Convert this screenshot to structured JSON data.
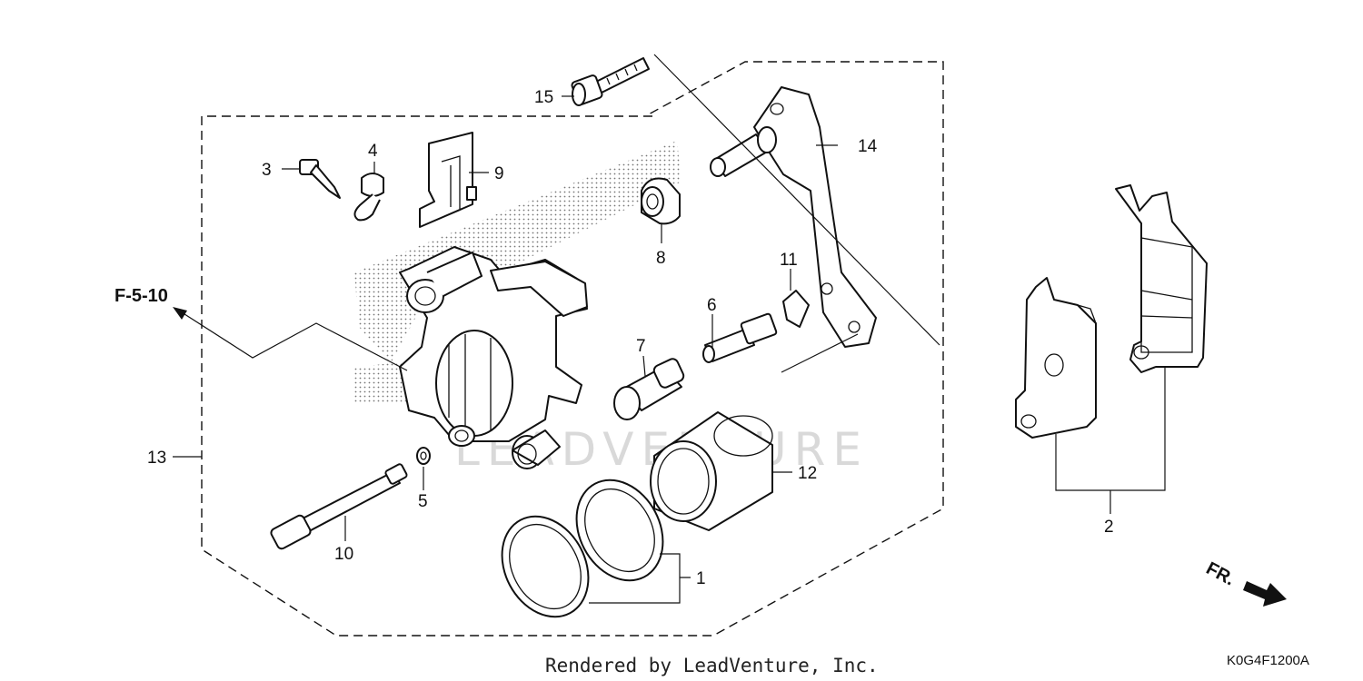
{
  "callouts": {
    "c1": "1",
    "c2": "2",
    "c3": "3",
    "c4": "4",
    "c5": "5",
    "c6": "6",
    "c7": "7",
    "c8": "8",
    "c9": "9",
    "c10": "10",
    "c11": "11",
    "c12": "12",
    "c13": "13",
    "c14": "14",
    "c15": "15"
  },
  "reference": "F-5-10",
  "direction_label": "FR.",
  "credit": "Rendered by LeadVenture, Inc.",
  "diagram_code": "K0G4F1200A",
  "watermark": "LEADVENTURE"
}
